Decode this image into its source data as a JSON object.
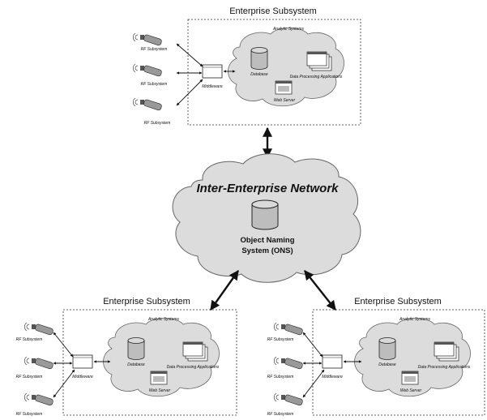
{
  "colors": {
    "cloud_fill": "#dcdcdc",
    "cloud_stroke": "#666666",
    "line": "#111111",
    "db_fill": "#bdbdbd"
  },
  "enterprise_subsystems": [
    {
      "title": "Enterprise Subsystem",
      "analytic_label": "Analytic Systems",
      "database_label": "Database",
      "data_processing_label": "Data Processing Applications",
      "web_server_label": "Web Server",
      "middleware_label": "Middleware",
      "rf_labels": [
        "RF Subsystem",
        "RF Subsystem",
        "RF Subsystem"
      ]
    },
    {
      "title": "Enterprise Subsystem",
      "analytic_label": "Analytic Systems",
      "database_label": "Database",
      "data_processing_label": "Data Processing Applications",
      "web_server_label": "Web Server",
      "middleware_label": "Middleware",
      "rf_labels": [
        "RF Subsystem",
        "RF Subsystem",
        "RF Subsystem"
      ]
    },
    {
      "title": "Enterprise Subsystem",
      "analytic_label": "Analytic Systems",
      "database_label": "Database",
      "data_processing_label": "Data Processing Applications",
      "web_server_label": "Web Server",
      "middleware_label": "Middleware",
      "rf_labels": [
        "RF Subsystem",
        "RF Subsystem",
        "RF Subsystem"
      ]
    }
  ],
  "network": {
    "title": "Inter-Enterprise Network",
    "ons_label_line1": "Object Naming",
    "ons_label_line2": "System (ONS)"
  },
  "icons": {
    "database": "database-cylinder-icon",
    "server": "web-server-window-icon",
    "apps": "stacked-windows-icon",
    "middleware": "middleware-box-icon",
    "rf": "rfid-reader-icon",
    "tag": "rfid-tag-icon"
  }
}
